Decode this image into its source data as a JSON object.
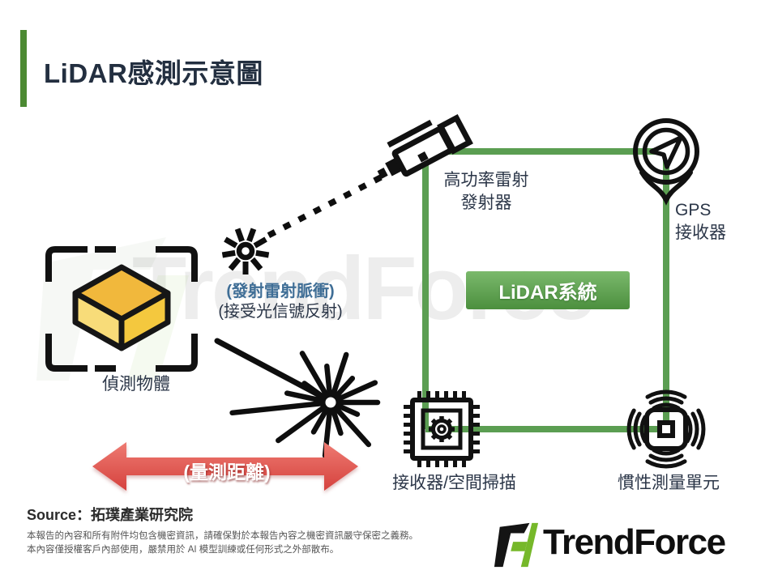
{
  "slide": {
    "title": "LiDAR感測示意圖",
    "watermark": "TrendForce",
    "source": "Source：拓璞產業研究院",
    "disclaimer_line1": "本報告的內容和所有附件均包含機密資訊，請確保對於本報告內容之機密資訊嚴守保密之義務。",
    "disclaimer_line2": "本內容僅授權客戶內部使用，嚴禁用於 AI 模型訓練或任何形式之外部散布。",
    "logo_text": "TrendForce"
  },
  "diagram": {
    "system_label": "LiDAR系統",
    "laser_emitter": {
      "line1": "高功率雷射",
      "line2": "發射器"
    },
    "gps": {
      "line1": "GPS",
      "line2": "接收器"
    },
    "receiver": {
      "label": "接收器/空間掃描"
    },
    "imu": {
      "label": "慣性測量單元"
    },
    "object": {
      "label": "偵測物體"
    },
    "annotations": {
      "emit": "(發射雷射脈衝)",
      "receive": "(接受光信號反射)",
      "distance": "(量測距離)"
    },
    "icons": {
      "laser_emitter": "laser-gun-icon",
      "gps": "gps-pin-icon",
      "receiver": "chip-gear-icon",
      "imu": "imu-vibration-icon",
      "object": "cube-target-icon",
      "burst": "laser-burst-icon",
      "spark": "laser-spark-icon"
    },
    "colors": {
      "frame_green": "#5B9E52",
      "title_bar_green": "#4C8A33",
      "system_box_green_top": "#7BB96C",
      "system_box_green_bottom": "#4C8F3E",
      "arrow_red": "#D5413D",
      "text_navy": "#2B3648",
      "emit_text_blue": "#3F6E96",
      "cube_top": "#F1B83C",
      "cube_left": "#F8DC79",
      "cube_right": "#F4C83E",
      "logo_green": "#76B82A"
    }
  }
}
